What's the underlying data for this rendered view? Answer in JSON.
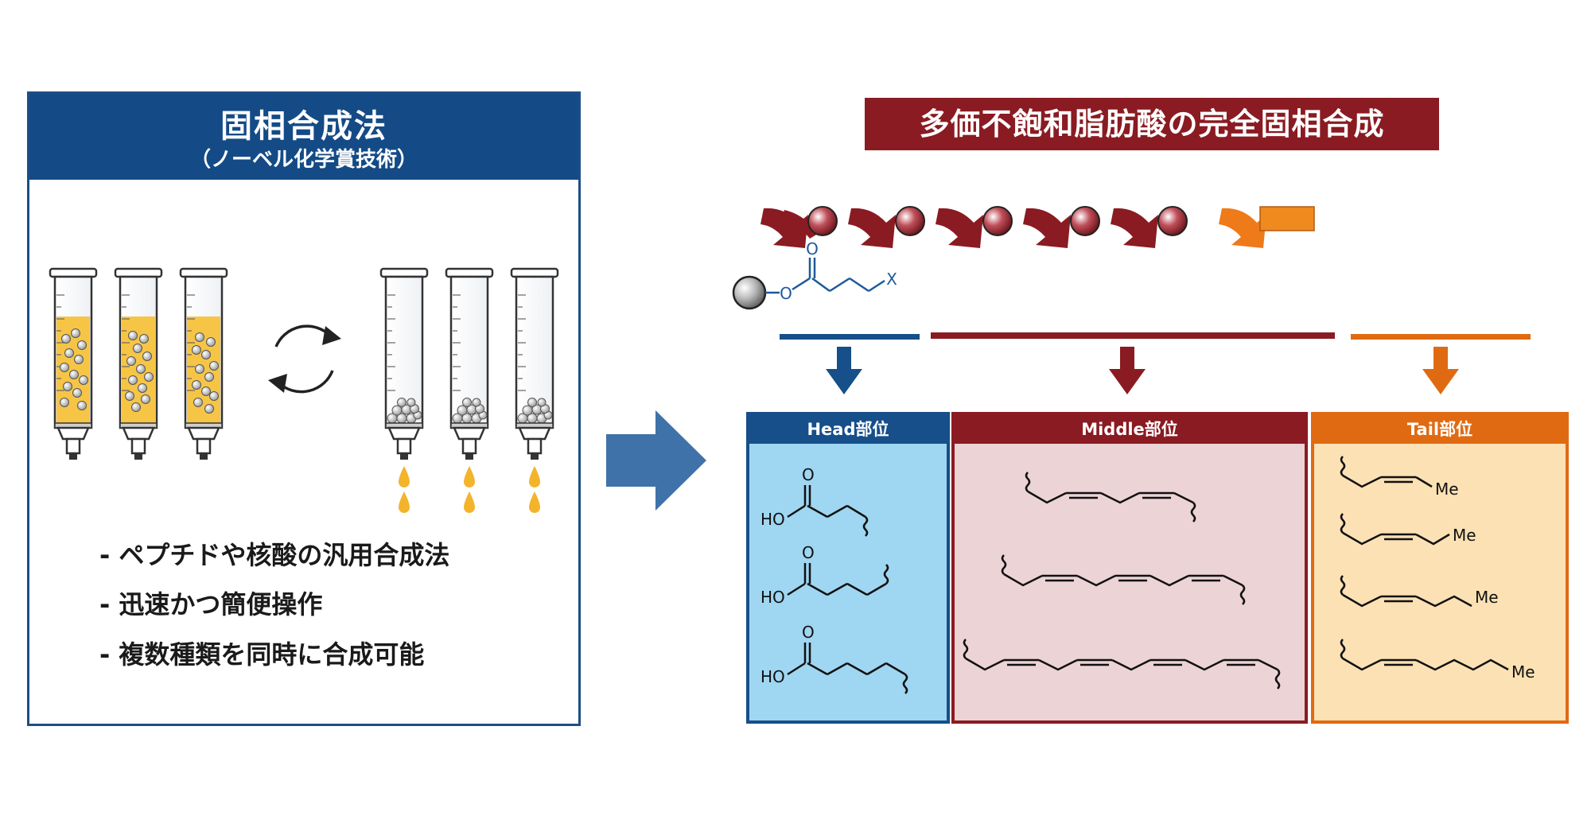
{
  "left_panel": {
    "title": "固相合成法",
    "subtitle": "（ノーベル化学賞技術）",
    "bullets": [
      "- ペプチドや核酸の汎用合成法",
      "- 迅速かつ簡便操作",
      "- 複数種類を同時に合成可能"
    ]
  },
  "right_panel": {
    "title": "多価不飽和脂肪酸の完全固相合成",
    "linker_atoms": {
      "carbonyl_o": "O",
      "ester_o": "O",
      "leaving_group": "X"
    },
    "parts": {
      "head": {
        "label": "Head部位",
        "color": "#164f8a"
      },
      "middle": {
        "label": "Middle部位",
        "color": "#8a1b22"
      },
      "tail": {
        "label": "Tail部位",
        "color": "#e06a12"
      }
    },
    "head_structures": [
      {
        "acid": "HO",
        "carbonyl": "O"
      },
      {
        "acid": "HO",
        "carbonyl": "O"
      },
      {
        "acid": "HO",
        "carbonyl": "O"
      }
    ],
    "tail_structures": [
      {
        "terminal": "Me"
      },
      {
        "terminal": "Me"
      },
      {
        "terminal": "Me"
      },
      {
        "terminal": "Me"
      }
    ]
  },
  "colors": {
    "navy": "#144b86",
    "maroon": "#8a1b22",
    "orange": "#e06a12",
    "flow_arrow": "#3f72a8",
    "yellow_liquid": "#f6c545"
  }
}
